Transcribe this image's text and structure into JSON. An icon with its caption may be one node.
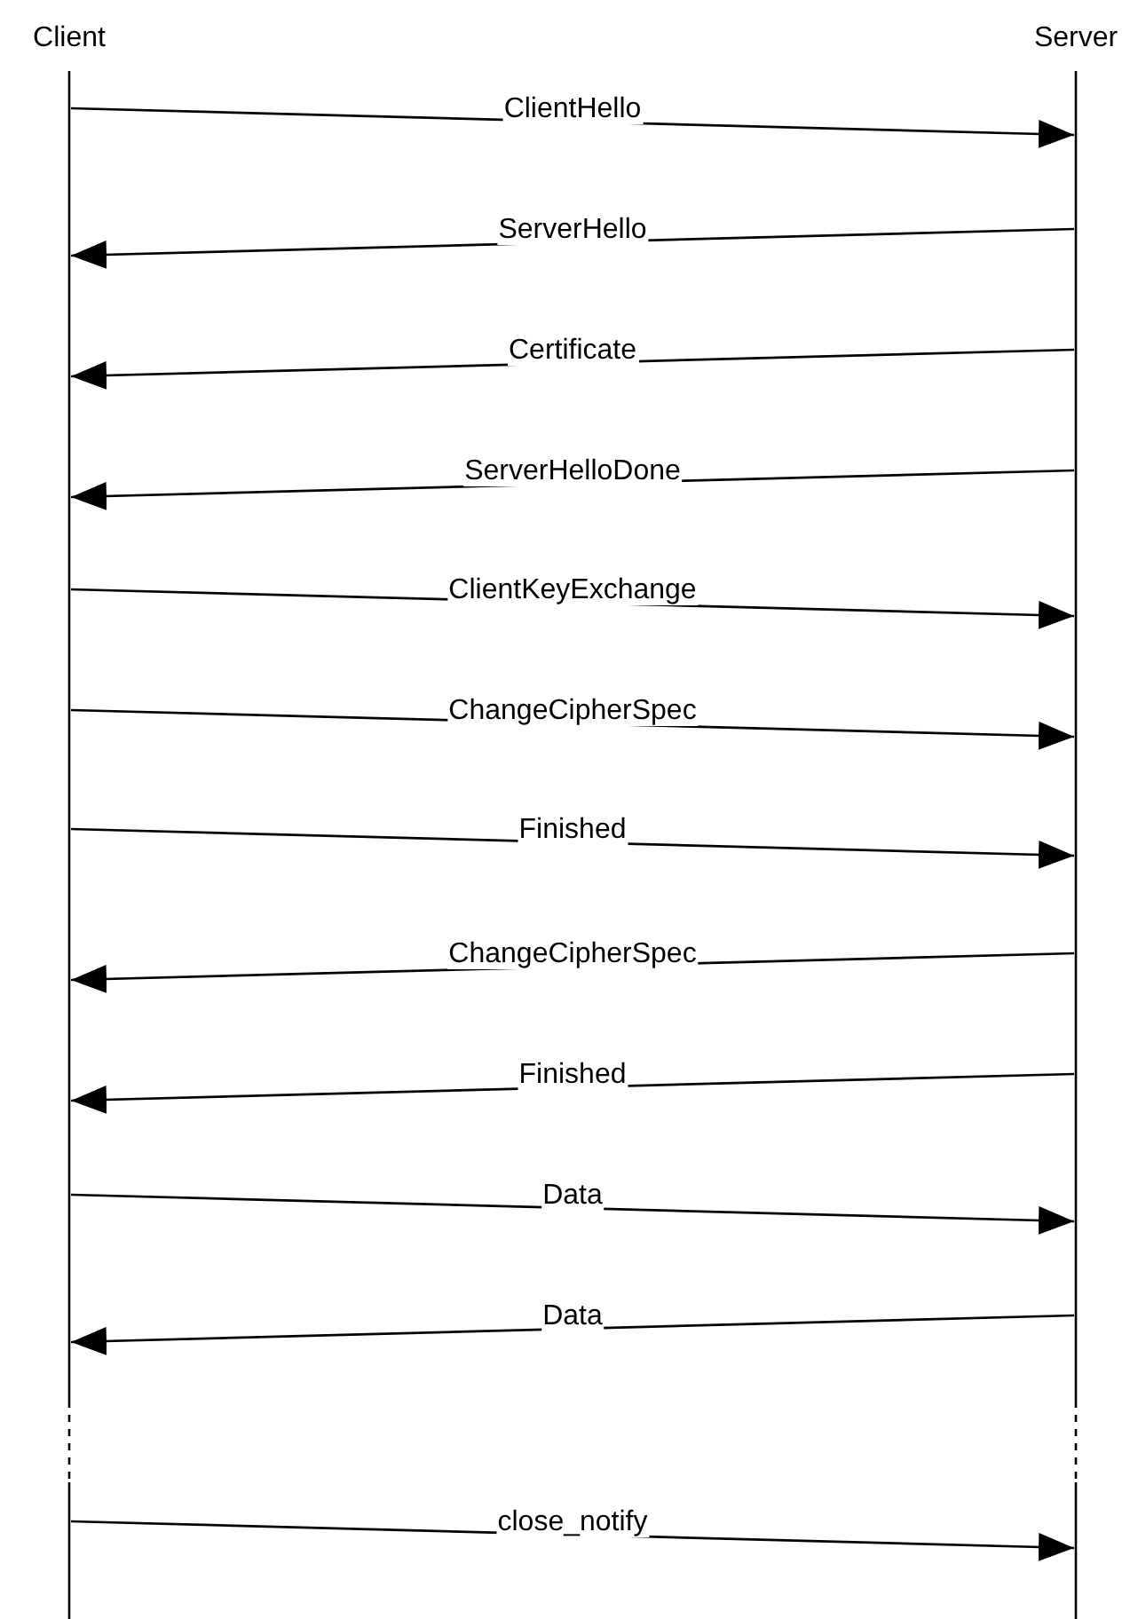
{
  "diagram": {
    "nodes": [
      {
        "text": [
          "Client"
        ]
      },
      {
        "text": [
          "Server"
        ]
      }
    ],
    "edges": [
      {
        "from": 0,
        "to": 1,
        "arrow": "to",
        "label": "ClientHello"
      },
      {
        "from": 1,
        "to": 0,
        "arrow": "to",
        "label": "ServerHello"
      },
      {
        "from": 1,
        "to": 0,
        "arrow": "to",
        "label": "Certificate"
      },
      {
        "from": 1,
        "to": 0,
        "arrow": "to",
        "label": "ServerHelloDone"
      },
      {
        "from": 0,
        "to": 1,
        "arrow": "to",
        "label": "ClientKeyExchange"
      },
      {
        "from": 0,
        "to": 1,
        "arrow": "to",
        "label": "ChangeCipherSpec"
      },
      {
        "from": 0,
        "to": 1,
        "arrow": "to",
        "label": "Finished"
      },
      {
        "from": 1,
        "to": 0,
        "arrow": "to",
        "label": "ChangeCipherSpec"
      },
      {
        "from": 1,
        "to": 0,
        "arrow": "to",
        "label": "Finished"
      },
      {
        "from": 0,
        "to": 1,
        "arrow": "to",
        "label": "Data"
      },
      {
        "from": 1,
        "to": 0,
        "arrow": "to",
        "label": "Data"
      },
      {
        "from": 0,
        "to": 1,
        "arrow": "to",
        "label": "close_notify"
      }
    ]
  }
}
